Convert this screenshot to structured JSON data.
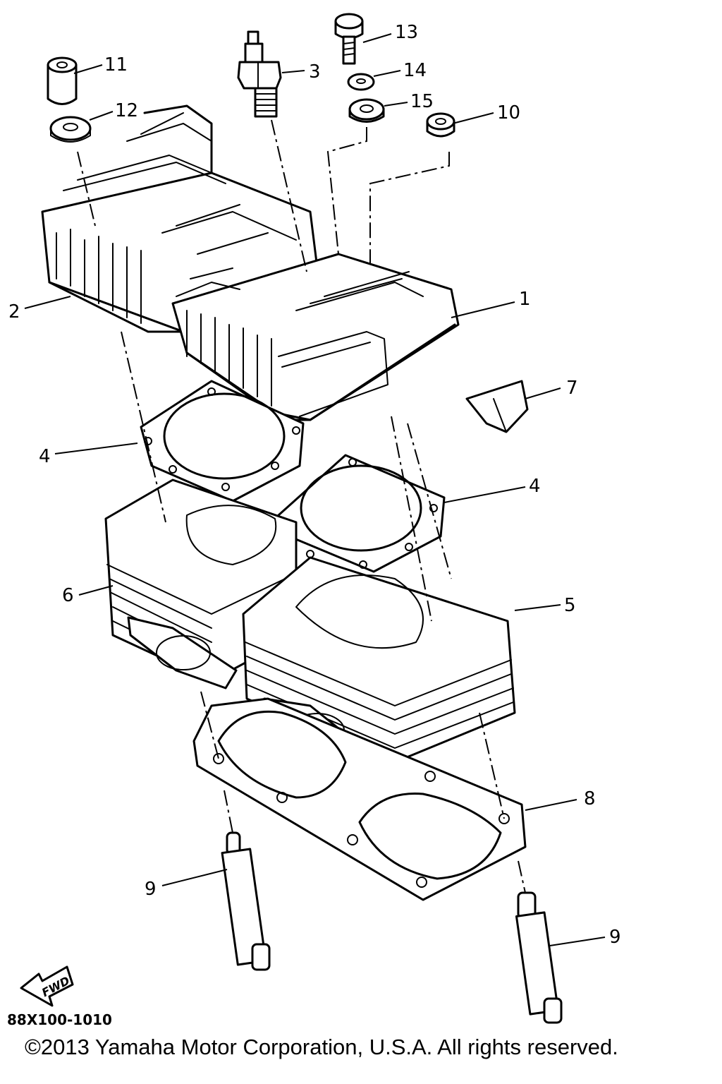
{
  "callouts": [
    {
      "num": "1",
      "part": "cylinder-head-1"
    },
    {
      "num": "2",
      "part": "cylinder-head-2"
    },
    {
      "num": "3",
      "part": "spark-plug"
    },
    {
      "num": "4",
      "part": "head-gasket-left"
    },
    {
      "num": "4",
      "part": "head-gasket-right"
    },
    {
      "num": "5",
      "part": "cylinder-1"
    },
    {
      "num": "6",
      "part": "cylinder-2"
    },
    {
      "num": "7",
      "part": "clip"
    },
    {
      "num": "8",
      "part": "base-gasket"
    },
    {
      "num": "9",
      "part": "stud-bolt-left"
    },
    {
      "num": "9",
      "part": "stud-bolt-right"
    },
    {
      "num": "10",
      "part": "nut"
    },
    {
      "num": "11",
      "part": "spacer"
    },
    {
      "num": "12",
      "part": "washer-12"
    },
    {
      "num": "13",
      "part": "bolt"
    },
    {
      "num": "14",
      "part": "washer-14"
    },
    {
      "num": "15",
      "part": "washer-15"
    }
  ],
  "fwd_label": "FWD",
  "diagram_code": "88X100-1010",
  "copyright": "©2013 Yamaha Motor Corporation, U.S.A. All rights reserved."
}
